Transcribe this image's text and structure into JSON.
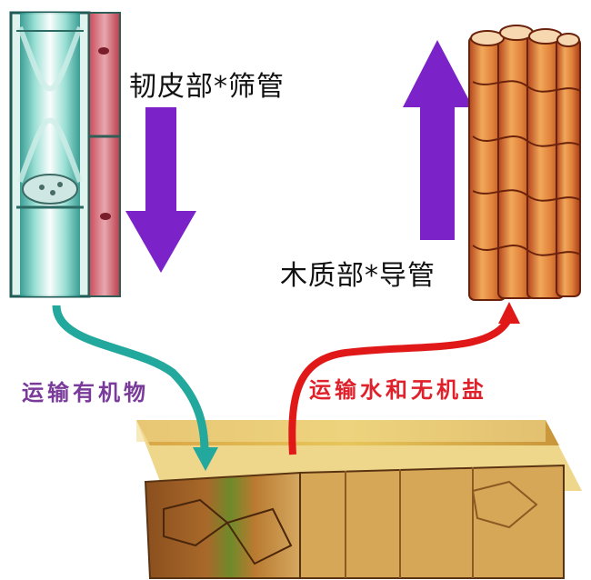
{
  "labels": {
    "phloem_sieve_tube": "韧皮部*筛管",
    "xylem_vessel": "木质部*导管",
    "transport_organic": "运输有机物",
    "transport_water_minerals": "运输水和无机盐"
  },
  "colors": {
    "downward_arrow": "#7b22c8",
    "upward_arrow": "#7b22c8",
    "organic_flow": "#22a89c",
    "inorganic_flow": "#e01818",
    "organic_text": "#7a3a9a",
    "inorganic_text": "#e0202a"
  },
  "icons": {
    "sieve_tube": "phloem-sieve-tube-illustration",
    "vessel": "xylem-vessel-bundle-illustration",
    "stem": "stem-cross-section-illustration"
  }
}
